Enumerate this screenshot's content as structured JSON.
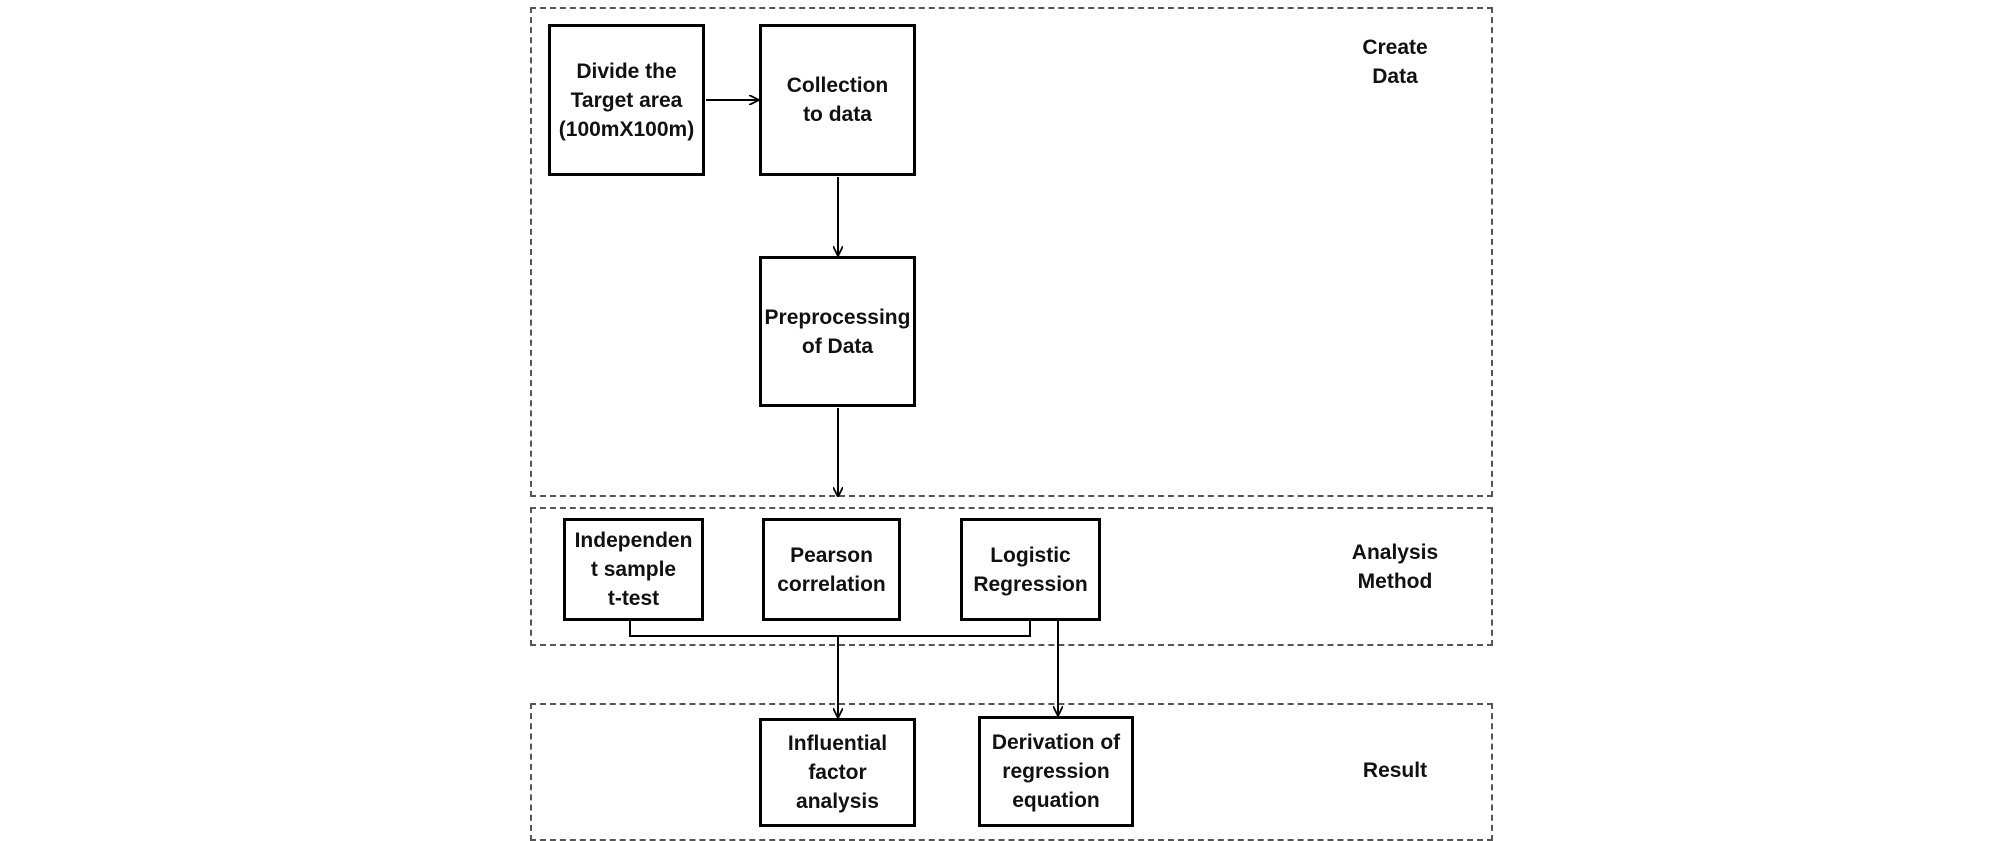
{
  "diagram": {
    "sections": {
      "create": {
        "label": "Create\nData"
      },
      "analysis": {
        "label": "Analysis\nMethod"
      },
      "result": {
        "label": "Result"
      }
    },
    "boxes": {
      "divide": "Divide the\nTarget area\n(100mX100m)",
      "collect": "Collection\nto data",
      "preproc": "Preprocessing\nof Data",
      "ttest": "Independen\nt sample\nt-test",
      "pearson": "Pearson\ncorrelation",
      "logistic": "Logistic\nRegression",
      "influ": "Influential\nfactor\nanalysis",
      "deriv": "Derivation of\nregression\nequation"
    },
    "colors": {
      "line": "#000000",
      "section_border": "#555555"
    }
  }
}
